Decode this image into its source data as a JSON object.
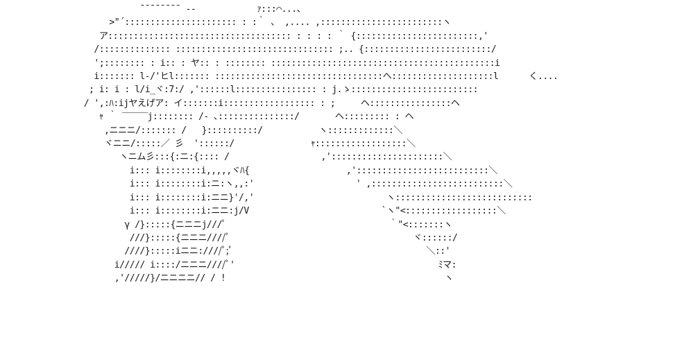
{
  "art": {
    "lines": [
      "                ¯¯¯¯¯¯¯¯ -‐            ｧ:::⌒...、",
      "          >\"´:::::::::::::::::::::: : :｀ 、 ,.... ,::::::::::::::::::::::::ヽ",
      "        ア:::::::::::::::::::::::::::::::::::: : : : : ｀ {::::::::::::::::::::::::,'",
      "       /:::::::::::::: ::::::::::::::::::::::::::::::: ;.. {:::::::::::::::::::::::::/",
      "       ';:::::::: : i:: : ヤ:: : :::::::: ::::::::::::::::::::::::::::::::::::::::::::i",
      "       i::::::: l-/'ヒl::::::: :::::::::::::::::::::::::::::::::ヘ::::::::::::::::::::l      く....",
      "      ; i: i : l/i_ヾ:7:/ ,'::::::l:::::::::::::::: : j.ゝ:::::::::::::::::::::::::",
      "     / ',:ﾊ:ijヤえげア: イ:::::::i:::::::::::::::::: : ;     ヘ::::::::::::::::ヘ",
      "        ｬ ｀ ‾‾‾‾‾j:::::::: /‐ ､:::::::::::::::/       ヘ::::::::: : ヘ",
      "         ,ニニニ/::::::: /   }::::::::::/           ヽ:::::::::::::＼",
      "         ヾニニ/:::::／ 彡  '::::::/               ｬ::::::::::::::::::＼",
      "            ヽニム彡:::{:ニ:{:::: /                  ,'::::::::::::::::::::::＼",
      "              i::: i::::::::i,,,,,ヾﾊ{                   ,'::::::::::::::::::::::::::＼",
      "              i::: i::::::::i:ニ:ヽ,,:'                    ' ,::::::::::::::::::::::::::＼",
      "              i::: i::::::::i:ニニ}'/,'                          ヽ:::::::::::::::::::::::::::",
      "              i::: i::::::::i:ニニ:j/V                          `ヽ\"<::::::::::::::::::＼",
      "             γ /}:::::{ニニニj///ﾟ                                ｀\"<:::::::ヽ",
      "              ///}:::::{ニニニ////ﾟ                                    ヾ::::::/",
      "             ////}:::::iニニ:////ﾟ;ﾟ                                      ＼::'",
      "           i///// i::::/ニニニ////ﾟ'                                        ﾐマ:",
      "           ,'/////}/ニニニニ// / !                                           ヽ"
    ]
  }
}
